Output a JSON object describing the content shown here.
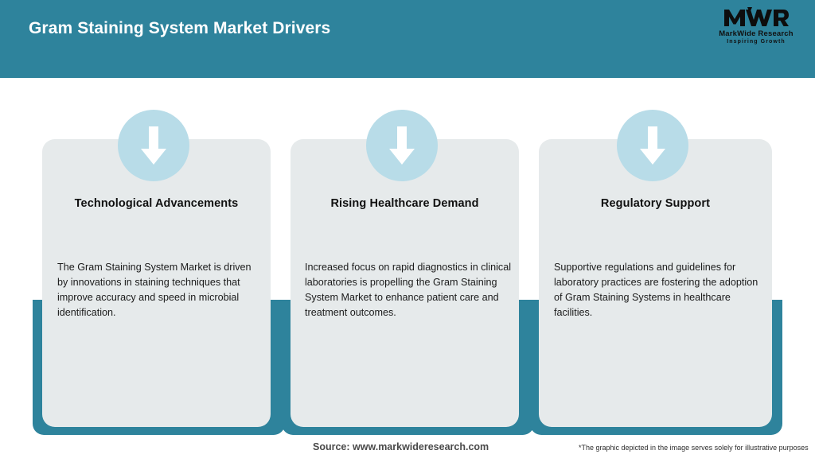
{
  "header": {
    "title": "Gram Staining System Market Drivers",
    "bar_color": "#2e839c",
    "title_color": "#ffffff"
  },
  "logo": {
    "mark": "MWR",
    "name": "MarkWide Research",
    "tagline": "Inspiring Growth"
  },
  "theme": {
    "teal": "#2e839c",
    "light_blue": "#b8dce8",
    "card_bg": "#e6eaeb",
    "body_text": "#1b1b1b",
    "page_bg": "#ffffff"
  },
  "cards": [
    {
      "icon": "arrow-down-icon",
      "title": "Technological Advancements",
      "body": "The Gram Staining System Market is driven by innovations in staining techniques that improve accuracy and speed in microbial identification."
    },
    {
      "icon": "arrow-down-icon",
      "title": "Rising Healthcare Demand",
      "body": "Increased focus on rapid diagnostics in clinical laboratories is propelling the Gram Staining System Market to enhance patient care and treatment outcomes."
    },
    {
      "icon": "arrow-down-icon",
      "title": "Regulatory Support",
      "body": "Supportive regulations and guidelines for laboratory practices are fostering the adoption of Gram Staining Systems in healthcare facilities."
    }
  ],
  "footer": {
    "source": "Source: www.markwideresearch.com",
    "note": "*The graphic depicted in the image serves solely for illustrative purposes"
  }
}
